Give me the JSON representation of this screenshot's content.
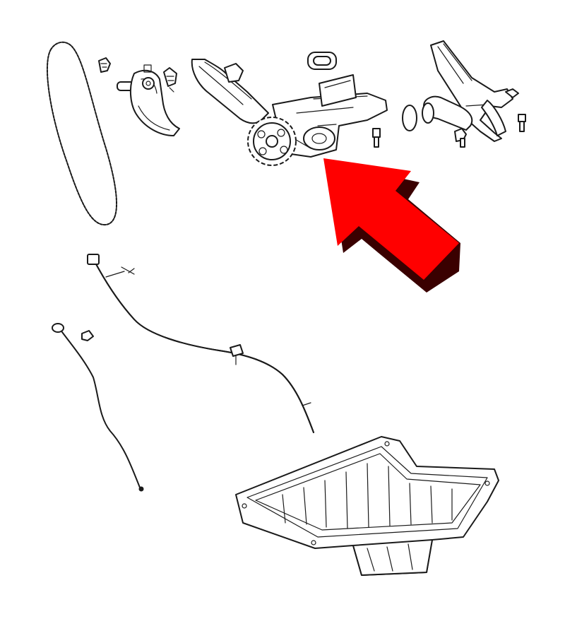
{
  "diagram": {
    "parts": [
      {
        "id": "timing-chain",
        "icon": "chain-loop"
      },
      {
        "id": "chain-tensioner",
        "icon": "tensioner-bracket"
      },
      {
        "id": "oil-pump-assembly",
        "icon": "pump-housing",
        "highlighted": true
      },
      {
        "id": "pickup-tube",
        "icon": "tube-elbow"
      },
      {
        "id": "dipstick-tube",
        "icon": "long-tube"
      },
      {
        "id": "dipstick",
        "icon": "dipstick-wire"
      },
      {
        "id": "oil-pan",
        "icon": "pan"
      }
    ],
    "pointer": {
      "target": "oil-pump-assembly",
      "face_color": "#ff0000",
      "shadow_color": "#3a0000"
    }
  }
}
